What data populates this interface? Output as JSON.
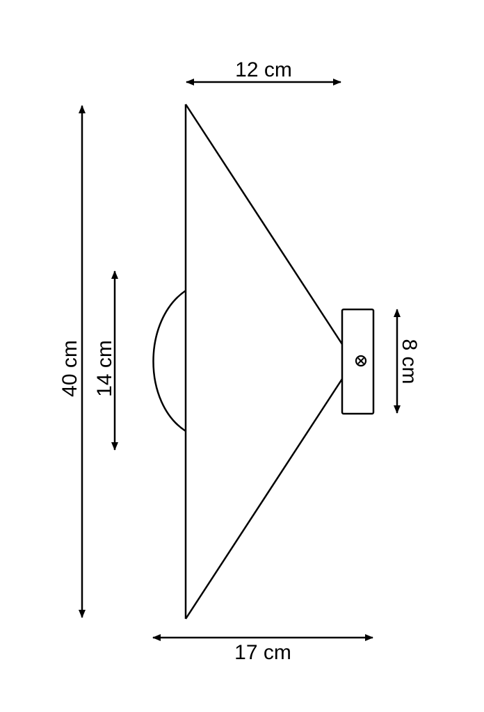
{
  "diagram": {
    "subject": "wall lamp dimension drawing (side view)",
    "colors": {
      "line": "#000000",
      "background": "#ffffff"
    },
    "dimensions": {
      "top_width": "12 cm",
      "bottom_width": "17 cm",
      "total_height": "40 cm",
      "dome_height": "14 cm",
      "mount_height": "8 cm"
    },
    "icons": {
      "screw": "screw-icon"
    }
  }
}
